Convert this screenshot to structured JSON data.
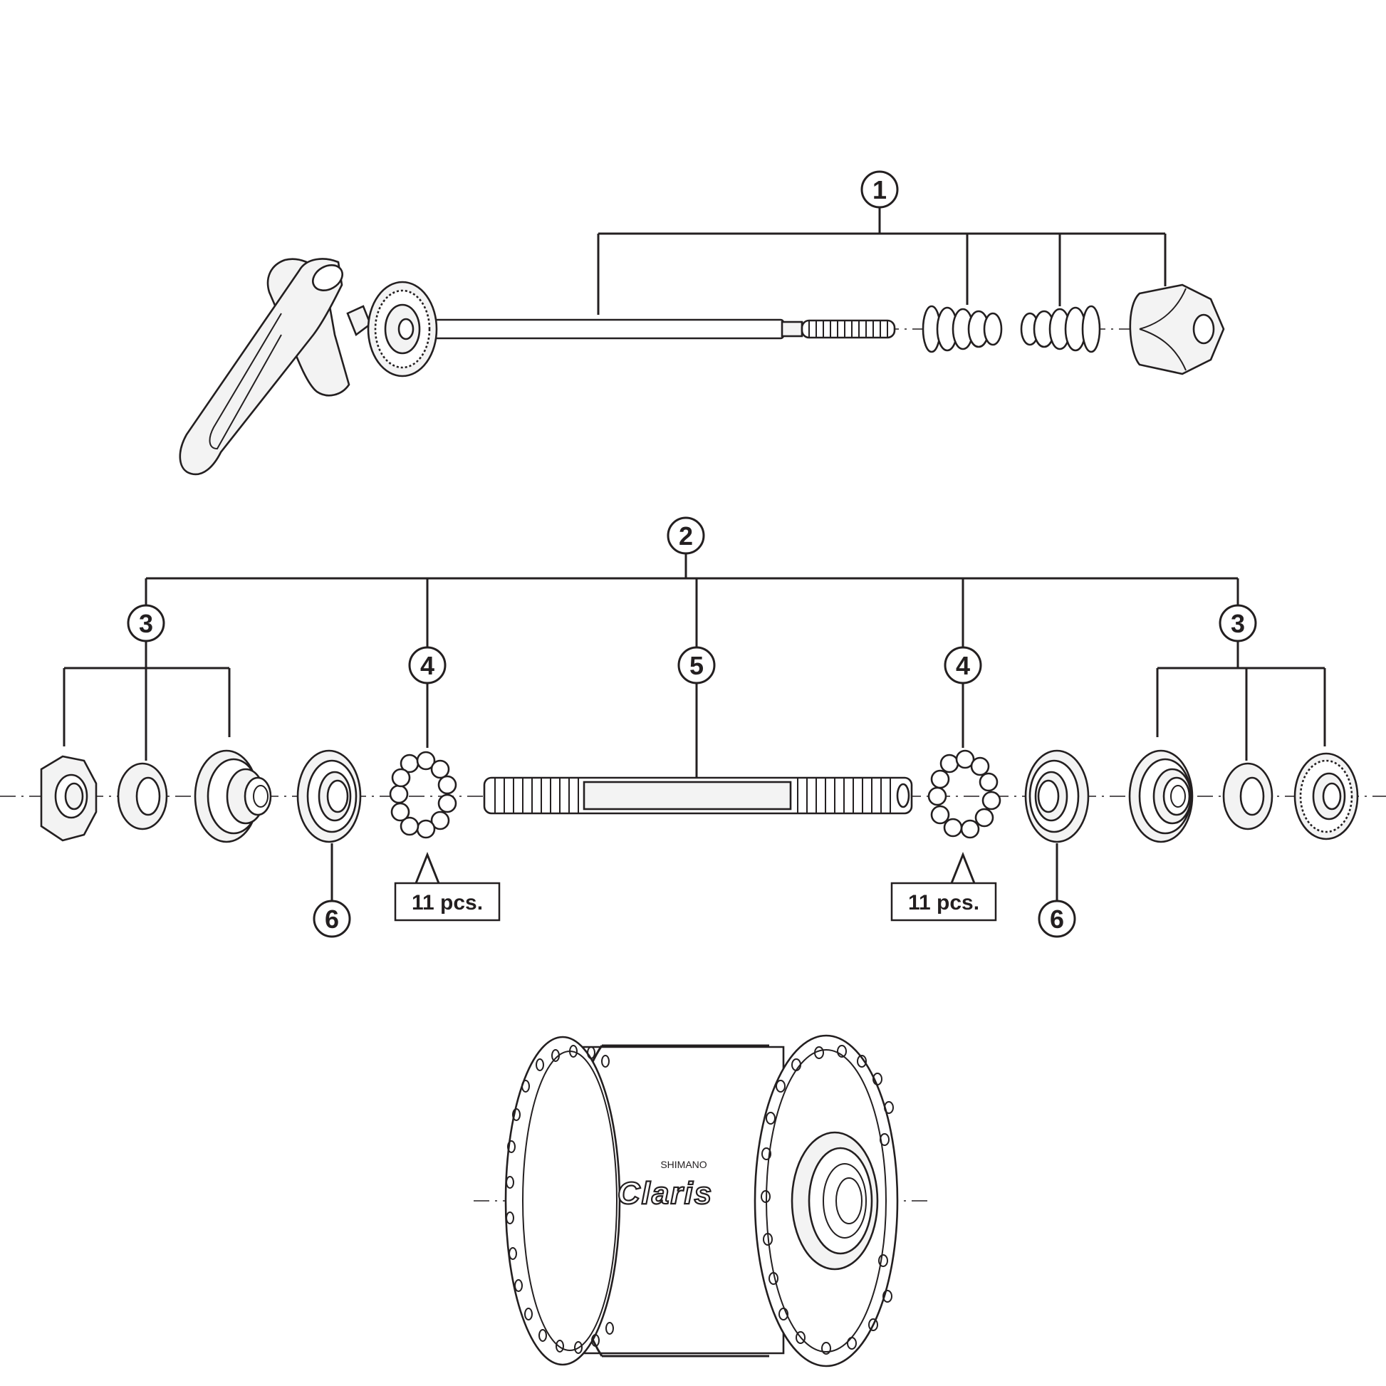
{
  "callouts": {
    "c1": "1",
    "c2": "2",
    "c3_left": "3",
    "c3_right": "3",
    "c4_left": "4",
    "c4_right": "4",
    "c5": "5",
    "c6_left": "6",
    "c6_right": "6"
  },
  "quantities": {
    "balls_left": "11 pcs.",
    "balls_right": "11 pcs."
  },
  "hub_branding": {
    "maker": "SHIMANO",
    "series": "Claris"
  }
}
